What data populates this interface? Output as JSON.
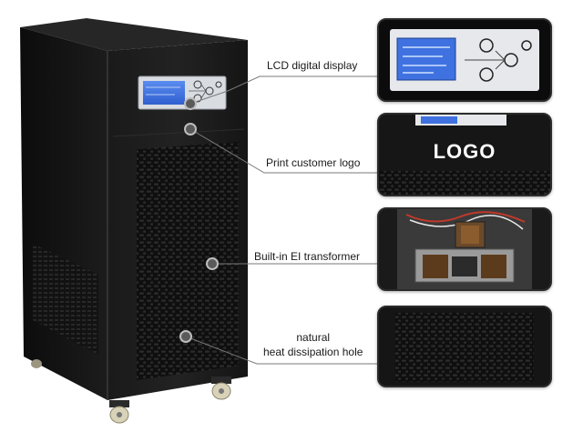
{
  "callouts": {
    "lcd": "LCD digital display",
    "logo": "Print customer logo",
    "transformer": "Built-in EI transformer",
    "heat_line1": "natural",
    "heat_line2": "heat dissipation hole"
  },
  "panels": {
    "logo_text": "LOGO"
  },
  "colors": {
    "cabinet": "#141414",
    "lcd_screen": "#3b6fd8",
    "panel_border": "#2b2b2b",
    "leader_line": "#7a7a7a"
  }
}
